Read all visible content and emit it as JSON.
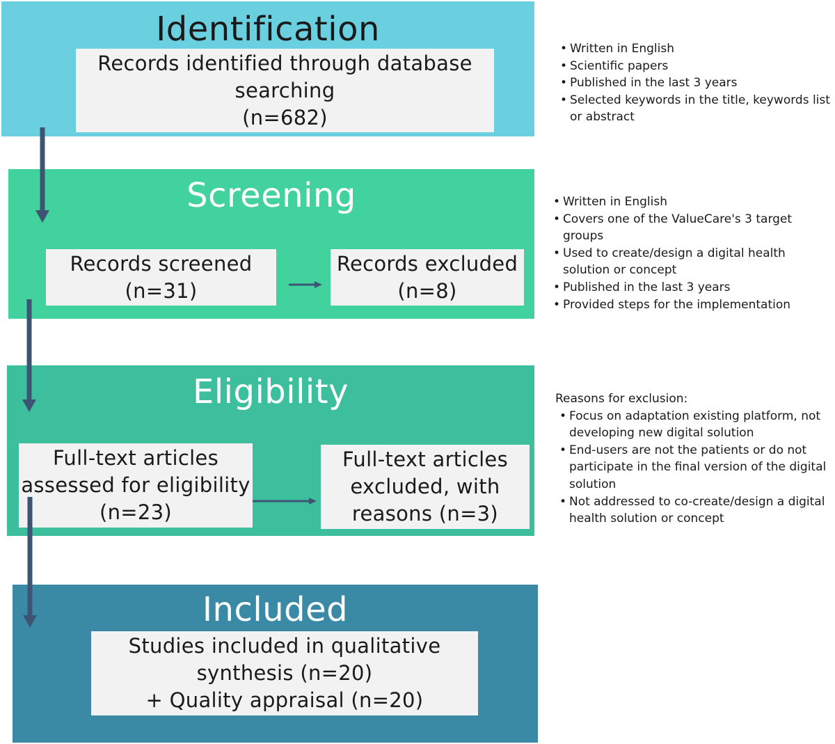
{
  "colors": {
    "identification": "#6acfdf",
    "screening": "#42d29d",
    "eligibility": "#3dbf9d",
    "included": "#3a8aa6",
    "box": "#f2f2f2",
    "arrow": "#3e5473"
  },
  "stages": {
    "identification": {
      "title": "Identification",
      "box_text": "Records identified through database\nsearching\n(n=682)"
    },
    "screening": {
      "title": "Screening",
      "screened_text": "Records screened\n(n=31)",
      "excluded_text": "Records excluded\n(n=8)"
    },
    "eligibility": {
      "title": "Eligibility",
      "assessed_text": "Full-text articles\nassessed for eligibility\n(n=23)",
      "excluded_text": "Full-text articles\nexcluded, with\nreasons (n=3)"
    },
    "included": {
      "title": "Included",
      "box_text": "Studies included in qualitative\nsynthesis (n=20)\n+ Quality appraisal (n=20)"
    }
  },
  "notes": {
    "identification_criteria": [
      "Written in English",
      "Scientific papers",
      "Published in the last 3 years",
      "Selected keywords in the title, keywords list or abstract"
    ],
    "screening_criteria": [
      "Written in English",
      "Covers one of the ValueCare's 3 target groups",
      "Used to create/design a digital health solution or concept",
      "Published in the last 3 years",
      "Provided steps for the implementation"
    ],
    "exclusion_heading": "Reasons for exclusion:",
    "exclusion_reasons": [
      "Focus on adaptation existing platform, not developing new digital solution",
      "End-users are not the patients or do not participate in the final version of the digital solution",
      "Not addressed to co-create/design a digital health solution or concept"
    ]
  }
}
